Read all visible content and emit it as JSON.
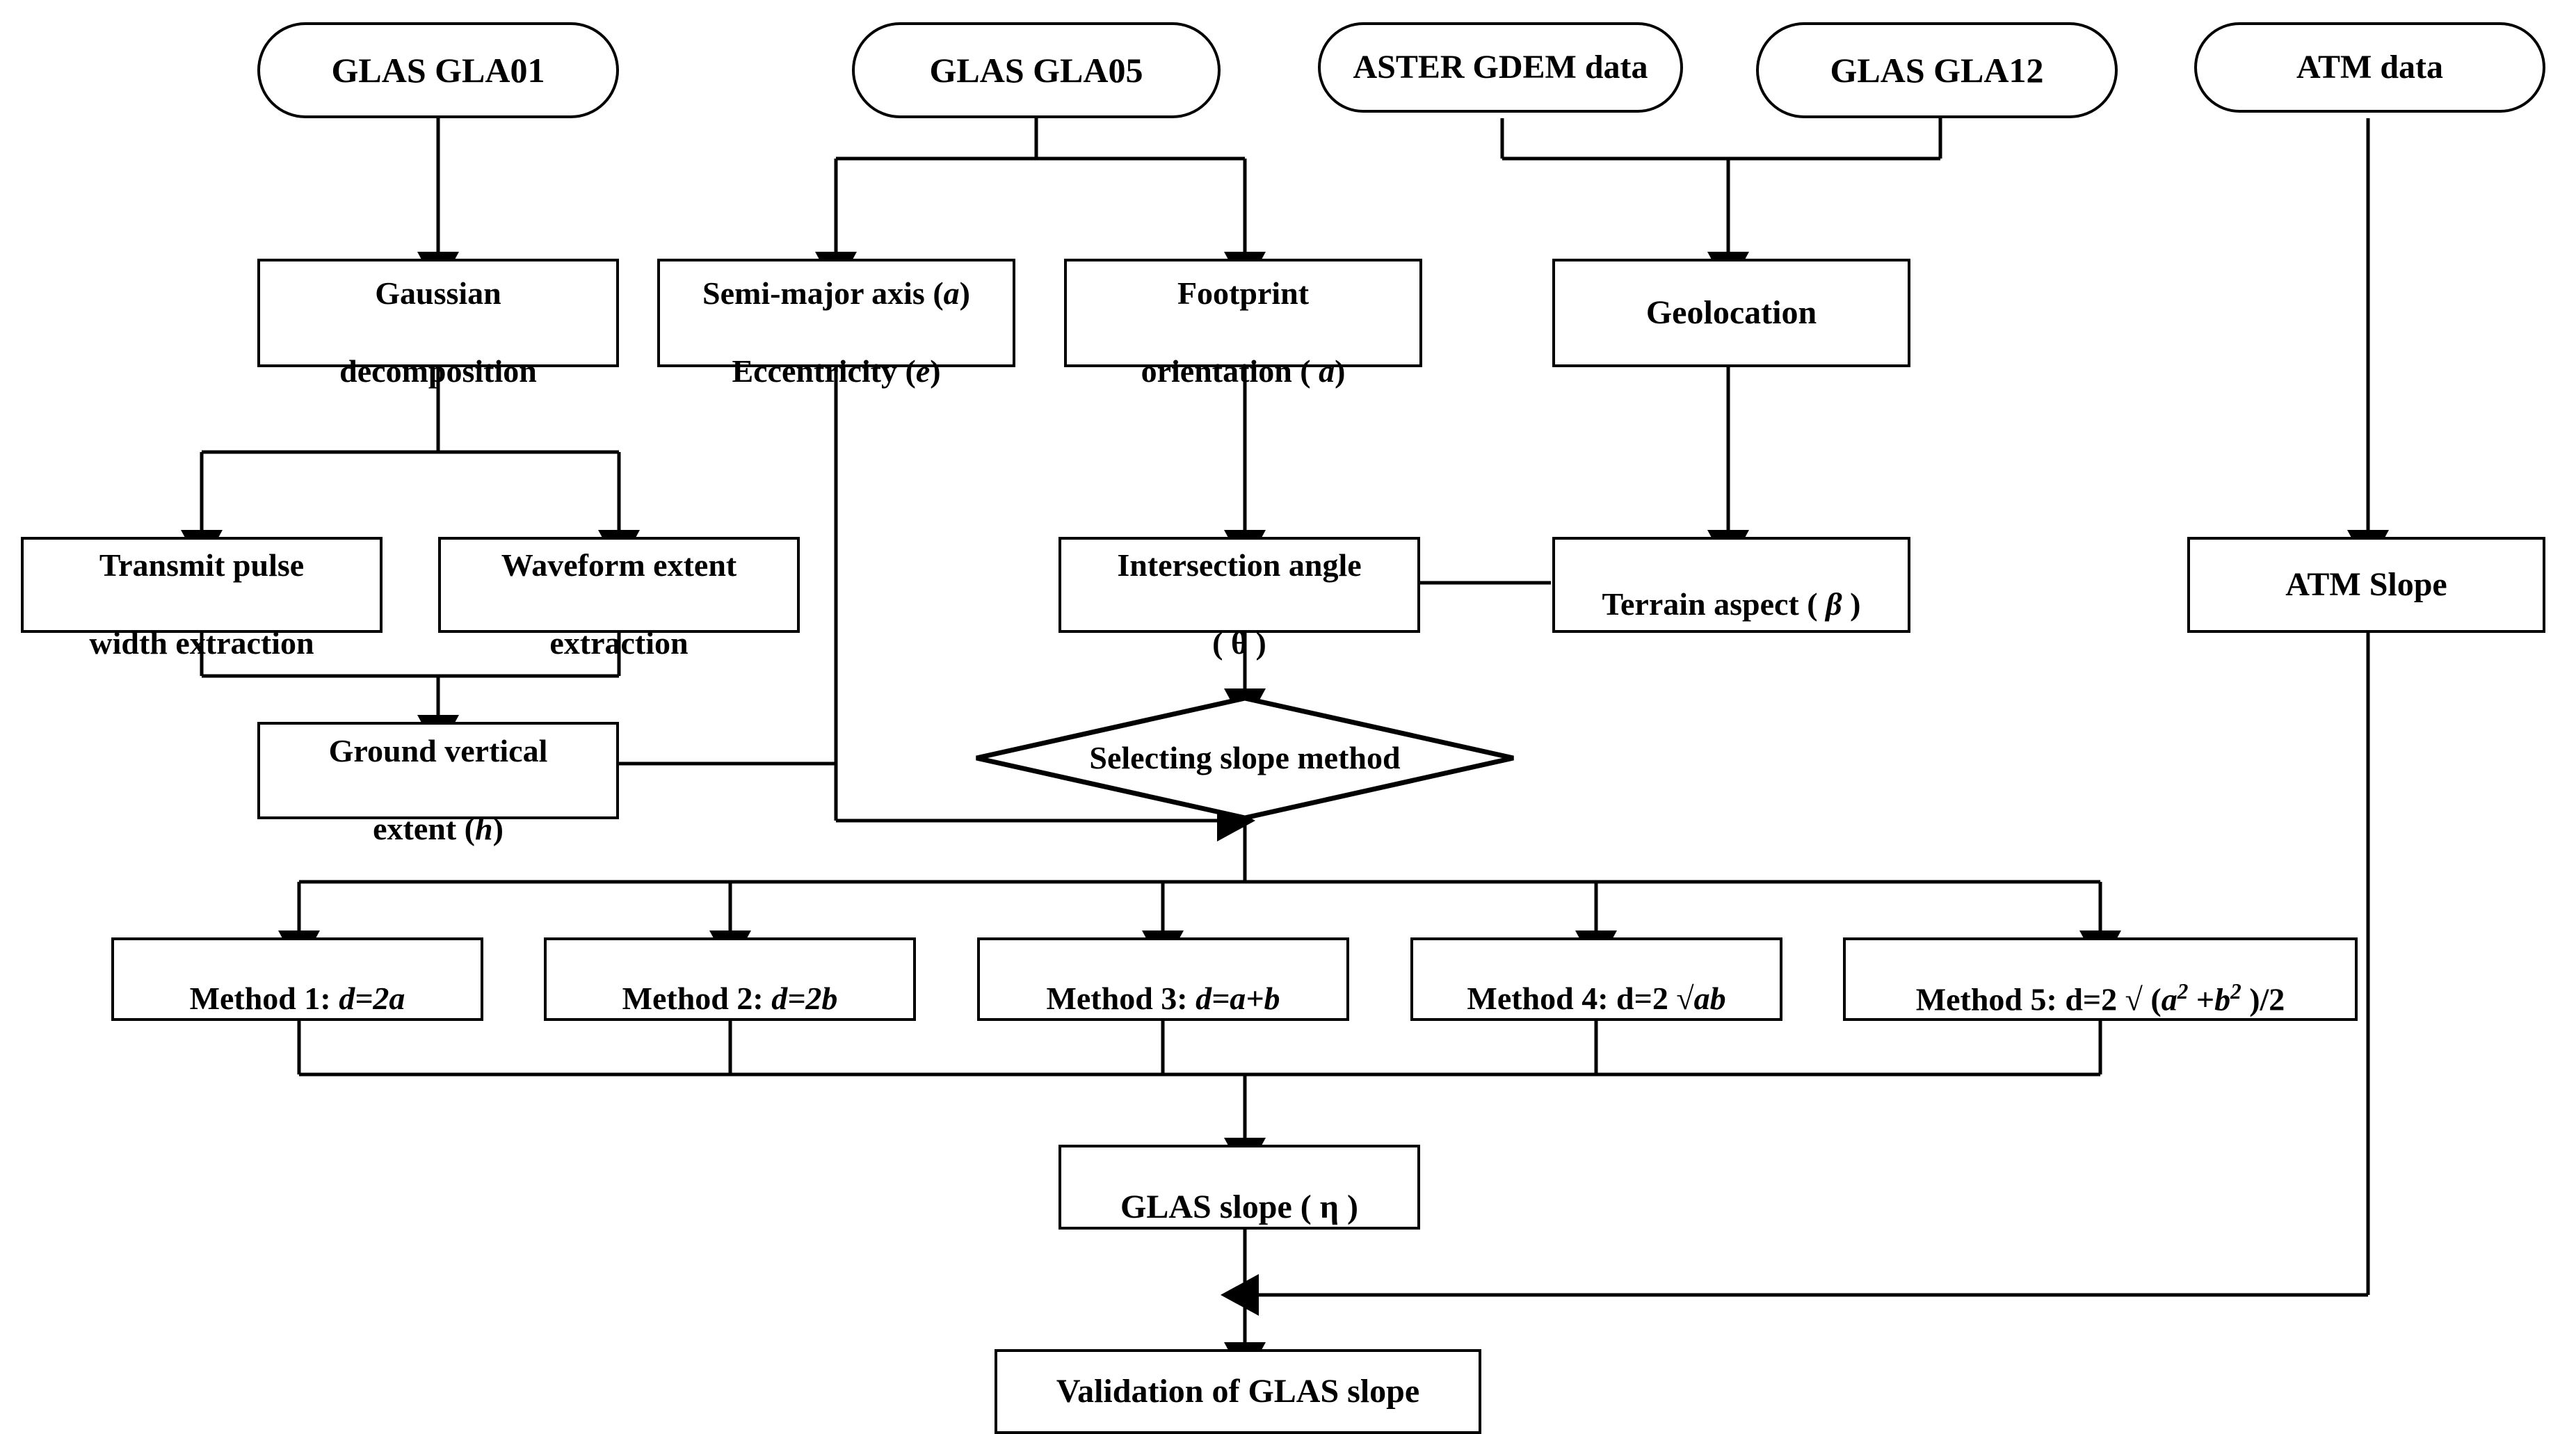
{
  "diagram": {
    "title": "GLAS slope estimation workflow",
    "background_color": "#ffffff",
    "line_color": "#000000",
    "text_color": "#000000"
  },
  "nodes": {
    "gla01": {
      "label": "GLAS GLA01",
      "shape": "terminator"
    },
    "gla05": {
      "label": "GLAS GLA05",
      "shape": "terminator"
    },
    "aster": {
      "label": "ASTER GDEM data",
      "shape": "terminator"
    },
    "gla12": {
      "label": "GLAS GLA12",
      "shape": "terminator"
    },
    "atm": {
      "label": "ATM data",
      "shape": "terminator"
    },
    "gaussian": {
      "line1": "Gaussian",
      "line2": "decomposition",
      "shape": "process"
    },
    "semimajor": {
      "line1_a": "Semi-major axis (",
      "line1_var": "a",
      "line1_b": ")",
      "line2_a": "Eccentricity (",
      "line2_var": "e",
      "line2_b": ")",
      "shape": "process"
    },
    "footprint": {
      "line1": "Footprint",
      "line2_a": "orientation ( ",
      "line2_var": "ɑ",
      "line2_b": ")",
      "shape": "process"
    },
    "geolocation": {
      "label": "Geolocation",
      "shape": "process"
    },
    "transmit": {
      "line1": "Transmit pulse",
      "line2": "width extraction",
      "shape": "process"
    },
    "waveform": {
      "line1": "Waveform extent",
      "line2": "extraction",
      "shape": "process"
    },
    "intersection": {
      "line1": "Intersection angle",
      "line2": "( θ )",
      "shape": "process"
    },
    "terrain": {
      "label_a": "Terrain aspect ( ",
      "label_var": "β",
      "label_b": " )",
      "shape": "process"
    },
    "atmslope": {
      "label": "ATM Slope",
      "shape": "process"
    },
    "ground": {
      "line1": "Ground vertical",
      "line2_a": "extent (",
      "line2_var": "h",
      "line2_b": ")",
      "shape": "process"
    },
    "selecting": {
      "label": "Selecting slope method",
      "shape": "decision"
    },
    "method1": {
      "prefix": "Method 1: ",
      "formula": "d=2a",
      "shape": "process"
    },
    "method2": {
      "prefix": "Method 2: ",
      "formula": "d=2b",
      "shape": "process"
    },
    "method3": {
      "prefix": "Method 3: ",
      "formula": "d=a+b",
      "shape": "process"
    },
    "method4": {
      "prefix": "Method 4: d=2 ",
      "radical": "√",
      "formula": "ab",
      "shape": "process"
    },
    "method5": {
      "prefix": "Method 5: d=2 ",
      "radical": "√",
      "open": " (",
      "var_a": "a",
      "sup_a": "2",
      "plus": " +",
      "var_b": "b",
      "sup_b": "2",
      "close": " )/2",
      "shape": "process"
    },
    "glasslope": {
      "label_a": "GLAS slope ( ",
      "label_var": "η",
      "label_b": " )",
      "shape": "process"
    },
    "validation": {
      "label": "Validation of GLAS slope",
      "shape": "process"
    }
  },
  "edges": [
    {
      "from": "gla01",
      "to": "gaussian"
    },
    {
      "from": "gla05",
      "to": "semimajor"
    },
    {
      "from": "gla05",
      "to": "footprint"
    },
    {
      "from": "aster",
      "to": "geolocation"
    },
    {
      "from": "gla12",
      "to": "geolocation"
    },
    {
      "from": "atm",
      "to": "atmslope"
    },
    {
      "from": "gaussian",
      "to": "transmit"
    },
    {
      "from": "gaussian",
      "to": "waveform"
    },
    {
      "from": "footprint",
      "to": "intersection"
    },
    {
      "from": "geolocation",
      "to": "terrain"
    },
    {
      "from": "terrain",
      "to": "intersection"
    },
    {
      "from": "transmit",
      "to": "ground"
    },
    {
      "from": "waveform",
      "to": "ground"
    },
    {
      "from": "intersection",
      "to": "selecting"
    },
    {
      "from": "ground",
      "to": "selecting"
    },
    {
      "from": "semimajor",
      "to": "selecting"
    },
    {
      "from": "selecting",
      "to": "method1"
    },
    {
      "from": "selecting",
      "to": "method2"
    },
    {
      "from": "selecting",
      "to": "method3"
    },
    {
      "from": "selecting",
      "to": "method4"
    },
    {
      "from": "selecting",
      "to": "method5"
    },
    {
      "from": "method1",
      "to": "glasslope"
    },
    {
      "from": "method2",
      "to": "glasslope"
    },
    {
      "from": "method3",
      "to": "glasslope"
    },
    {
      "from": "method4",
      "to": "glasslope"
    },
    {
      "from": "method5",
      "to": "glasslope"
    },
    {
      "from": "glasslope",
      "to": "validation"
    },
    {
      "from": "atmslope",
      "to": "validation"
    }
  ]
}
